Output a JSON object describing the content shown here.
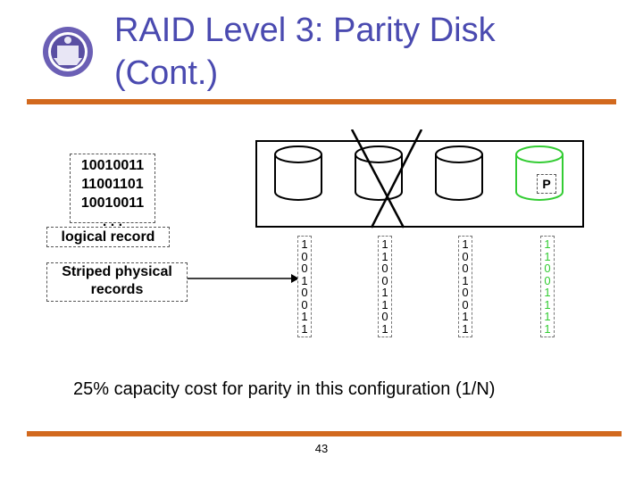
{
  "slide": {
    "title_line1": "RAID Level 3: Parity Disk",
    "title_line2": "(Cont.)",
    "page_number": "43",
    "caption": "25% capacity cost for parity in this configuration (1/N)"
  },
  "left_panel": {
    "records": [
      "10010011",
      "11001101",
      "10010011",
      ". . ."
    ],
    "logical_label": "logical record",
    "striped_label_line1": "Striped physical",
    "striped_label_line2": "records"
  },
  "disks": {
    "parity_label": "P",
    "columns": [
      {
        "bits": [
          "1",
          "0",
          "0",
          "1",
          "0",
          "0",
          "1",
          "1"
        ],
        "color": "#000000"
      },
      {
        "bits": [
          "1",
          "1",
          "0",
          "0",
          "1",
          "1",
          "0",
          "1"
        ],
        "color": "#000000"
      },
      {
        "bits": [
          "1",
          "0",
          "0",
          "1",
          "0",
          "0",
          "1",
          "1"
        ],
        "color": "#000000"
      },
      {
        "bits": [
          "1",
          "1",
          "0",
          "0",
          "1",
          "1",
          "1",
          "1"
        ],
        "color": "#33cc33"
      }
    ],
    "parity_disk_color": "#33cc33",
    "failed_disk_index": 1
  },
  "colors": {
    "title": "#4a4ab0",
    "rule": "#d2691e",
    "parity": "#33cc33"
  }
}
